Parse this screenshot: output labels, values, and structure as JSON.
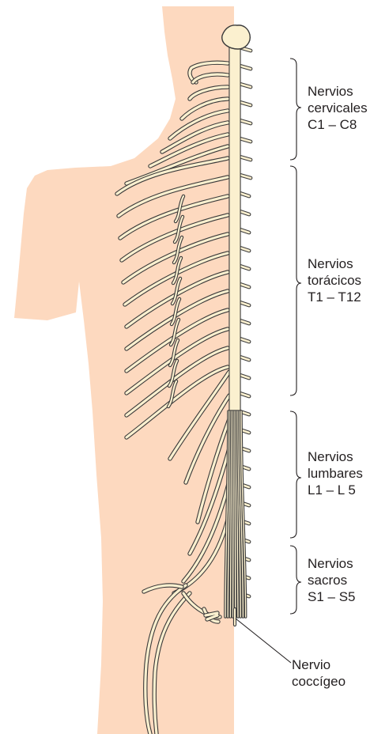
{
  "colors": {
    "body": "#fdd9bf",
    "nerve_fill": "#fbf0cf",
    "nerve_stroke": "#3a3a3a",
    "text": "#231f20"
  },
  "labels": {
    "cervical": {
      "line1": "Nervios",
      "line2": "cervicales",
      "line3": "C1 – C8"
    },
    "thoracic": {
      "line1": "Nervios",
      "line2": "torácicos",
      "line3": "T1 – T12"
    },
    "lumbar": {
      "line1": "Nervios",
      "line2": "lumbares",
      "line3": "L1 – L 5"
    },
    "sacral": {
      "line1": "Nervios",
      "line2": "sacros",
      "line3": "S1 – S5"
    },
    "coccygeal": {
      "line1": "Nervio",
      "line2": "coccígeo"
    }
  },
  "segment_counts": {
    "cervical": 8,
    "thoracic": 12,
    "lumbar": 5,
    "sacral": 5
  }
}
